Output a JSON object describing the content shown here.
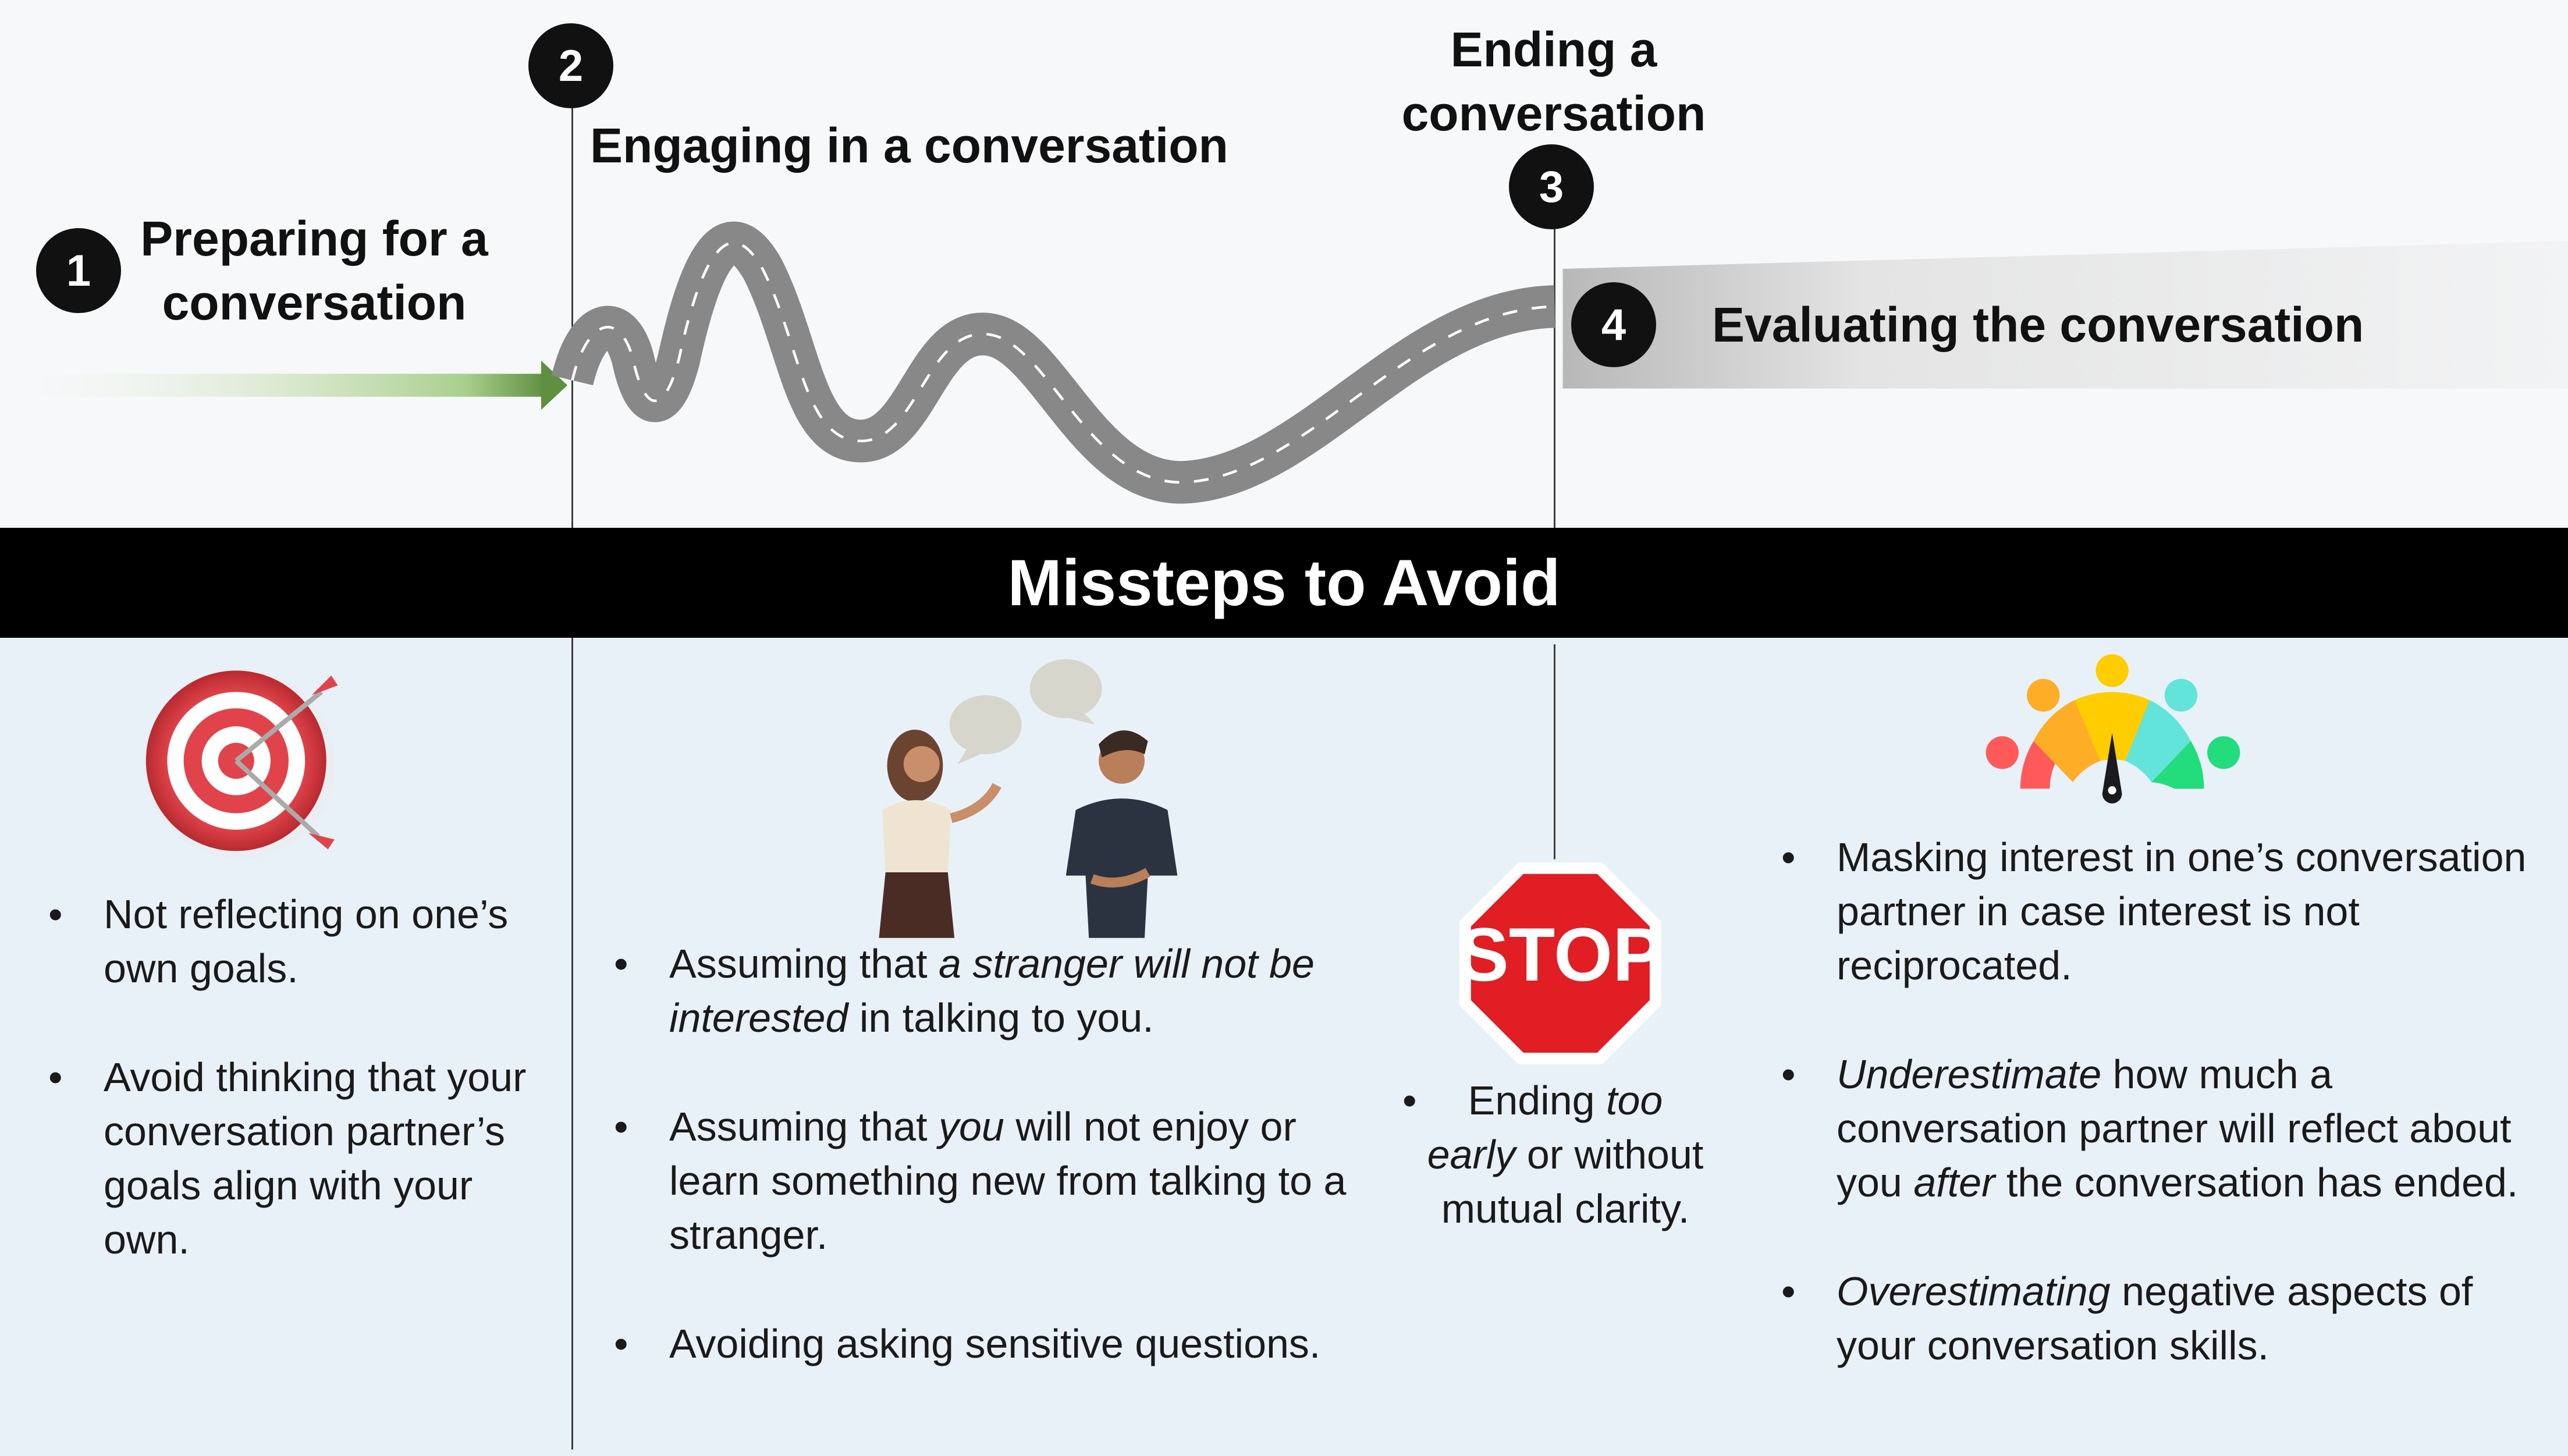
{
  "stages": [
    {
      "number": "1",
      "label_line1": "Preparing for a",
      "label_line2": "conversation"
    },
    {
      "number": "2",
      "label": "Engaging in a conversation"
    },
    {
      "number": "3",
      "label_line1": "Ending a",
      "label_line2": "conversation"
    },
    {
      "number": "4",
      "label": "Evaluating the conversation"
    }
  ],
  "banner": "Missteps to Avoid",
  "columns": [
    {
      "icon": "target-icon",
      "items": [
        [
          {
            "t": "Not reflecting on one’s own goals."
          }
        ],
        [
          {
            "t": "Avoid thinking that your conversation partner’s goals align with your own."
          }
        ]
      ]
    },
    {
      "icon": "conversation-people-icon",
      "items": [
        [
          {
            "t": "Assuming that "
          },
          {
            "t": "a stranger will not be interested",
            "i": true
          },
          {
            "t": " in talking to you."
          }
        ],
        [
          {
            "t": "Assuming that "
          },
          {
            "t": "you",
            "i": true
          },
          {
            "t": " will not enjoy or learn something new from talking to a stranger."
          }
        ],
        [
          {
            "t": "Avoiding asking sensitive questions."
          }
        ]
      ]
    },
    {
      "icon": "stop-sign-icon",
      "stop_text": "STOP",
      "items": [
        [
          {
            "t": "Ending "
          },
          {
            "t": "too early",
            "i": true
          },
          {
            "t": " or without mutual clarity."
          }
        ]
      ]
    },
    {
      "icon": "satisfaction-gauge-icon",
      "items": [
        [
          {
            "t": "Masking interest in one’s conversation partner in case interest is not reciprocated."
          }
        ],
        [
          {
            "t": "Underestimate",
            "i": true
          },
          {
            "t": " how much a conversation partner will reflect about you "
          },
          {
            "t": "after",
            "i": true
          },
          {
            "t": " the conversation has ended."
          }
        ],
        [
          {
            "t": "Overestimating",
            "i": true
          },
          {
            "t": " negative aspects of your conversation skills."
          }
        ]
      ]
    }
  ],
  "colors": {
    "arrow": "#6a9a4a",
    "road": "#8c8c8c",
    "stop": "#e01e24",
    "gauge": [
      "#ff5a5a",
      "#fdae26",
      "#ffcd00",
      "#62e4db",
      "#23dc7c"
    ]
  }
}
